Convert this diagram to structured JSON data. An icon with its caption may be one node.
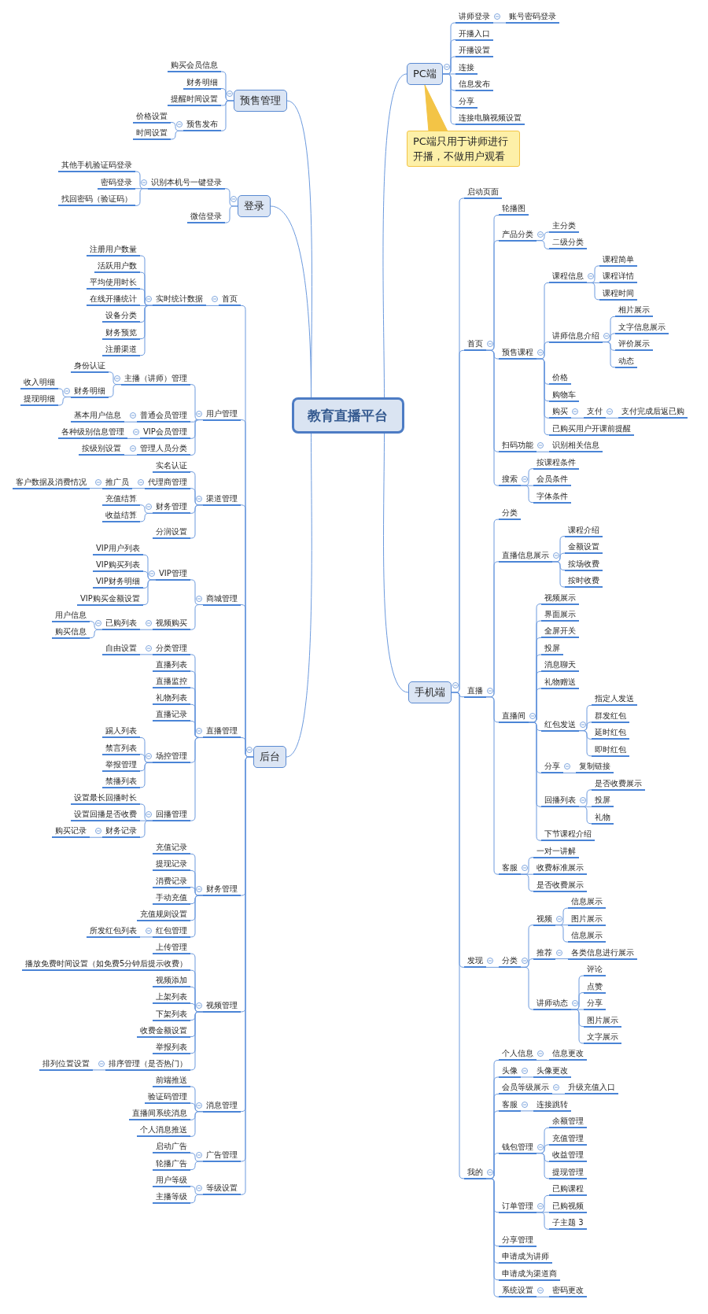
{
  "diagram": {
    "nodes": [
      {
        "text": [
          "教育直播平台"
        ]
      },
      {
        "text": [
          "预售管理"
        ]
      },
      {
        "text": [
          "购买会员信息"
        ]
      },
      {
        "text": [
          "财务明细"
        ]
      },
      {
        "text": [
          "提醒时间设置"
        ]
      },
      {
        "text": [
          "预售发布"
        ]
      },
      {
        "text": [
          "价格设置"
        ]
      },
      {
        "text": [
          "时间设置"
        ]
      },
      {
        "text": [
          "登录"
        ]
      },
      {
        "text": [
          "识别本机号一键登录"
        ]
      },
      {
        "text": [
          "其他手机验证码登录"
        ]
      },
      {
        "text": [
          "密码登录"
        ]
      },
      {
        "text": [
          "找回密码（验证码）"
        ]
      },
      {
        "text": [
          "微信登录"
        ]
      },
      {
        "text": [
          "后台"
        ]
      },
      {
        "text": [
          "首页"
        ]
      },
      {
        "text": [
          "实时统计数据"
        ]
      },
      {
        "text": [
          "注册用户数量"
        ]
      },
      {
        "text": [
          "活跃用户数"
        ]
      },
      {
        "text": [
          "平均使用时长"
        ]
      },
      {
        "text": [
          "在线开播统计"
        ]
      },
      {
        "text": [
          "设备分类"
        ]
      },
      {
        "text": [
          "财务预览"
        ]
      },
      {
        "text": [
          "注册渠道"
        ]
      },
      {
        "text": [
          "用户管理"
        ]
      },
      {
        "text": [
          "主播（讲师）管理"
        ]
      },
      {
        "text": [
          "身份认证"
        ]
      },
      {
        "text": [
          "财务明细"
        ]
      },
      {
        "text": [
          "收入明细"
        ]
      },
      {
        "text": [
          "提现明细"
        ]
      },
      {
        "text": [
          "普通会员管理"
        ]
      },
      {
        "text": [
          "基本用户信息"
        ]
      },
      {
        "text": [
          "VIP会员管理"
        ]
      },
      {
        "text": [
          "各种级别信息管理"
        ]
      },
      {
        "text": [
          "管理人员分类"
        ]
      },
      {
        "text": [
          "按级别设置"
        ]
      },
      {
        "text": [
          "渠道管理"
        ]
      },
      {
        "text": [
          "实名认证"
        ]
      },
      {
        "text": [
          "代理商管理"
        ]
      },
      {
        "text": [
          "推广员"
        ]
      },
      {
        "text": [
          "客户数据及消费情况"
        ]
      },
      {
        "text": [
          "财务管理"
        ]
      },
      {
        "text": [
          "充值结算"
        ]
      },
      {
        "text": [
          "收益结算"
        ]
      },
      {
        "text": [
          "分润设置"
        ]
      },
      {
        "text": [
          "商城管理"
        ]
      },
      {
        "text": [
          "VIP管理"
        ]
      },
      {
        "text": [
          "VIP用户列表"
        ]
      },
      {
        "text": [
          "VIP购买列表"
        ]
      },
      {
        "text": [
          "VIP财务明细"
        ]
      },
      {
        "text": [
          "VIP购买金额设置"
        ]
      },
      {
        "text": [
          "视频购买"
        ]
      },
      {
        "text": [
          "已购列表"
        ]
      },
      {
        "text": [
          "用户信息"
        ]
      },
      {
        "text": [
          "购买信息"
        ]
      },
      {
        "text": [
          "直播管理"
        ]
      },
      {
        "text": [
          "分类管理"
        ]
      },
      {
        "text": [
          "自由设置"
        ]
      },
      {
        "text": [
          "直播列表"
        ]
      },
      {
        "text": [
          "直播监控"
        ]
      },
      {
        "text": [
          "礼物列表"
        ]
      },
      {
        "text": [
          "直播记录"
        ]
      },
      {
        "text": [
          "场控管理"
        ]
      },
      {
        "text": [
          "踢人列表"
        ]
      },
      {
        "text": [
          "禁言列表"
        ]
      },
      {
        "text": [
          "举报管理"
        ]
      },
      {
        "text": [
          "禁播列表"
        ]
      },
      {
        "text": [
          "回播管理"
        ]
      },
      {
        "text": [
          "设置最长回播时长"
        ]
      },
      {
        "text": [
          "设置回播是否收费"
        ]
      },
      {
        "text": [
          "财务记录"
        ]
      },
      {
        "text": [
          "购买记录"
        ]
      },
      {
        "text": [
          "财务管理"
        ]
      },
      {
        "text": [
          "充值记录"
        ]
      },
      {
        "text": [
          "提现记录"
        ]
      },
      {
        "text": [
          "消费记录"
        ]
      },
      {
        "text": [
          "手动充值"
        ]
      },
      {
        "text": [
          "充值规则设置"
        ]
      },
      {
        "text": [
          "红包管理"
        ]
      },
      {
        "text": [
          "所发红包列表"
        ]
      },
      {
        "text": [
          "视频管理"
        ]
      },
      {
        "text": [
          "上传管理"
        ]
      },
      {
        "text": [
          "播放免费时间设置（如免费5分钟后提示收费）"
        ]
      },
      {
        "text": [
          "视频添加"
        ]
      },
      {
        "text": [
          "上架列表"
        ]
      },
      {
        "text": [
          "下架列表"
        ]
      },
      {
        "text": [
          "收费金额设置"
        ]
      },
      {
        "text": [
          "举报列表"
        ]
      },
      {
        "text": [
          "排序管理（是否热门）"
        ]
      },
      {
        "text": [
          "排列位置设置"
        ]
      },
      {
        "text": [
          "消息管理"
        ]
      },
      {
        "text": [
          "前端推送"
        ]
      },
      {
        "text": [
          "验证码管理"
        ]
      },
      {
        "text": [
          "直播间系统消息"
        ]
      },
      {
        "text": [
          "个人消息推送"
        ]
      },
      {
        "text": [
          "广告管理"
        ]
      },
      {
        "text": [
          "启动广告"
        ]
      },
      {
        "text": [
          "轮播广告"
        ]
      },
      {
        "text": [
          "等级设置"
        ]
      },
      {
        "text": [
          "用户等级"
        ]
      },
      {
        "text": [
          "主播等级"
        ]
      },
      {
        "text": [
          "PC端"
        ]
      },
      {
        "text": [
          "讲师登录"
        ]
      },
      {
        "text": [
          "账号密码登录"
        ]
      },
      {
        "text": [
          "开播入口"
        ]
      },
      {
        "text": [
          "开播设置"
        ]
      },
      {
        "text": [
          "连接"
        ]
      },
      {
        "text": [
          "信息发布"
        ]
      },
      {
        "text": [
          "分享"
        ]
      },
      {
        "text": [
          "连接电脑视频设置"
        ]
      },
      {
        "text": [
          "PC端只用于讲师进行开播，不做用户观看"
        ]
      },
      {
        "text": [
          "手机端"
        ]
      },
      {
        "text": [
          "启动页面"
        ]
      },
      {
        "text": [
          "首页"
        ]
      },
      {
        "text": [
          "轮播图"
        ]
      },
      {
        "text": [
          "产品分类"
        ]
      },
      {
        "text": [
          "主分类"
        ]
      },
      {
        "text": [
          "二级分类"
        ]
      },
      {
        "text": [
          "预售课程"
        ]
      },
      {
        "text": [
          "课程信息"
        ]
      },
      {
        "text": [
          "课程简单"
        ]
      },
      {
        "text": [
          "课程详情"
        ]
      },
      {
        "text": [
          "课程时间"
        ]
      },
      {
        "text": [
          "讲师信息介绍"
        ]
      },
      {
        "text": [
          "相片展示"
        ]
      },
      {
        "text": [
          "文字信息展示"
        ]
      },
      {
        "text": [
          "评价展示"
        ]
      },
      {
        "text": [
          "动态"
        ]
      },
      {
        "text": [
          "价格"
        ]
      },
      {
        "text": [
          "购物车"
        ]
      },
      {
        "text": [
          "购买"
        ]
      },
      {
        "text": [
          "支付"
        ]
      },
      {
        "text": [
          "支付完成后返已购"
        ]
      },
      {
        "text": [
          "已购买用户开课前提醒"
        ]
      },
      {
        "text": [
          "扫码功能"
        ]
      },
      {
        "text": [
          "识别相关信息"
        ]
      },
      {
        "text": [
          "搜索"
        ]
      },
      {
        "text": [
          "按课程条件"
        ]
      },
      {
        "text": [
          "会员条件"
        ]
      },
      {
        "text": [
          "字体条件"
        ]
      },
      {
        "text": [
          "直播"
        ]
      },
      {
        "text": [
          "分类"
        ]
      },
      {
        "text": [
          "直播信息展示"
        ]
      },
      {
        "text": [
          "课程介绍"
        ]
      },
      {
        "text": [
          "金额设置"
        ]
      },
      {
        "text": [
          "按场收费"
        ]
      },
      {
        "text": [
          "按时收费"
        ]
      },
      {
        "text": [
          "直播间"
        ]
      },
      {
        "text": [
          "视频展示"
        ]
      },
      {
        "text": [
          "界面展示"
        ]
      },
      {
        "text": [
          "全屏开关"
        ]
      },
      {
        "text": [
          "投屏"
        ]
      },
      {
        "text": [
          "消息聊天"
        ]
      },
      {
        "text": [
          "礼物赠送"
        ]
      },
      {
        "text": [
          "红包发送"
        ]
      },
      {
        "text": [
          "指定人发送"
        ]
      },
      {
        "text": [
          "群发红包"
        ]
      },
      {
        "text": [
          "延时红包"
        ]
      },
      {
        "text": [
          "即时红包"
        ]
      },
      {
        "text": [
          "分享"
        ]
      },
      {
        "text": [
          "复制链接"
        ]
      },
      {
        "text": [
          "回播列表"
        ]
      },
      {
        "text": [
          "是否收费展示"
        ]
      },
      {
        "text": [
          "投屏"
        ]
      },
      {
        "text": [
          "礼物"
        ]
      },
      {
        "text": [
          "下节课程介绍"
        ]
      },
      {
        "text": [
          "客服"
        ]
      },
      {
        "text": [
          "一对一讲解"
        ]
      },
      {
        "text": [
          "收费标准展示"
        ]
      },
      {
        "text": [
          "是否收费展示"
        ]
      },
      {
        "text": [
          "发现"
        ]
      },
      {
        "text": [
          "分类"
        ]
      },
      {
        "text": [
          "视频"
        ]
      },
      {
        "text": [
          "信息展示"
        ]
      },
      {
        "text": [
          "图片展示"
        ]
      },
      {
        "text": [
          "信息展示"
        ]
      },
      {
        "text": [
          "推荐"
        ]
      },
      {
        "text": [
          "各类信息进行展示"
        ]
      },
      {
        "text": [
          "讲师动态"
        ]
      },
      {
        "text": [
          "评论"
        ]
      },
      {
        "text": [
          "点赞"
        ]
      },
      {
        "text": [
          "分享"
        ]
      },
      {
        "text": [
          "图片展示"
        ]
      },
      {
        "text": [
          "文字展示"
        ]
      },
      {
        "text": [
          "我的"
        ]
      },
      {
        "text": [
          "个人信息"
        ]
      },
      {
        "text": [
          "信息更改"
        ]
      },
      {
        "text": [
          "头像"
        ]
      },
      {
        "text": [
          "头像更改"
        ]
      },
      {
        "text": [
          "会员等级展示"
        ]
      },
      {
        "text": [
          "升级充值入口"
        ]
      },
      {
        "text": [
          "客服"
        ]
      },
      {
        "text": [
          "连接跳转"
        ]
      },
      {
        "text": [
          "钱包管理"
        ]
      },
      {
        "text": [
          "余额管理"
        ]
      },
      {
        "text": [
          "充值管理"
        ]
      },
      {
        "text": [
          "收益管理"
        ]
      },
      {
        "text": [
          "提现管理"
        ]
      },
      {
        "text": [
          "订单管理"
        ]
      },
      {
        "text": [
          "已购课程"
        ]
      },
      {
        "text": [
          "已购视频"
        ]
      },
      {
        "text": [
          "子主题 3"
        ]
      },
      {
        "text": [
          "分享管理"
        ]
      },
      {
        "text": [
          "申请成为讲师"
        ]
      },
      {
        "text": [
          "申请成为渠道商"
        ]
      },
      {
        "text": [
          "系统设置"
        ]
      },
      {
        "text": [
          "密码更改"
        ]
      }
    ],
    "edges": [
      {
        "from": 0,
        "to": 1,
        "arrow": "none"
      },
      {
        "from": 0,
        "to": 8,
        "arrow": "none"
      },
      {
        "from": 0,
        "to": 14,
        "arrow": "none"
      },
      {
        "from": 0,
        "to": 101,
        "arrow": "none"
      },
      {
        "from": 0,
        "to": 111,
        "arrow": "none"
      },
      {
        "from": 1,
        "to": 2,
        "arrow": "none"
      },
      {
        "from": 1,
        "to": 3,
        "arrow": "none"
      },
      {
        "from": 1,
        "to": 4,
        "arrow": "none"
      },
      {
        "from": 1,
        "to": 5,
        "arrow": "none"
      },
      {
        "from": 5,
        "to": 6,
        "arrow": "none"
      },
      {
        "from": 5,
        "to": 7,
        "arrow": "none"
      },
      {
        "from": 8,
        "to": 9,
        "arrow": "none"
      },
      {
        "from": 8,
        "to": 13,
        "arrow": "none"
      },
      {
        "from": 9,
        "to": 10,
        "arrow": "none"
      },
      {
        "from": 9,
        "to": 11,
        "arrow": "none"
      },
      {
        "from": 9,
        "to": 12,
        "arrow": "none"
      },
      {
        "from": 14,
        "to": 15,
        "arrow": "none"
      },
      {
        "from": 14,
        "to": 24,
        "arrow": "none"
      },
      {
        "from": 14,
        "to": 36,
        "arrow": "none"
      },
      {
        "from": 14,
        "to": 45,
        "arrow": "none"
      },
      {
        "from": 14,
        "to": 55,
        "arrow": "none"
      },
      {
        "from": 14,
        "to": 72,
        "arrow": "none"
      },
      {
        "from": 14,
        "to": 80,
        "arrow": "none"
      },
      {
        "from": 14,
        "to": 90,
        "arrow": "none"
      },
      {
        "from": 14,
        "to": 95,
        "arrow": "none"
      },
      {
        "from": 14,
        "to": 98,
        "arrow": "none"
      },
      {
        "from": 15,
        "to": 16,
        "arrow": "none"
      },
      {
        "from": 16,
        "to": 17,
        "arrow": "none"
      },
      {
        "from": 16,
        "to": 18,
        "arrow": "none"
      },
      {
        "from": 16,
        "to": 19,
        "arrow": "none"
      },
      {
        "from": 16,
        "to": 20,
        "arrow": "none"
      },
      {
        "from": 16,
        "to": 21,
        "arrow": "none"
      },
      {
        "from": 16,
        "to": 22,
        "arrow": "none"
      },
      {
        "from": 16,
        "to": 23,
        "arrow": "none"
      },
      {
        "from": 24,
        "to": 25,
        "arrow": "none"
      },
      {
        "from": 24,
        "to": 30,
        "arrow": "none"
      },
      {
        "from": 24,
        "to": 32,
        "arrow": "none"
      },
      {
        "from": 24,
        "to": 34,
        "arrow": "none"
      },
      {
        "from": 25,
        "to": 26,
        "arrow": "none"
      },
      {
        "from": 25,
        "to": 27,
        "arrow": "none"
      },
      {
        "from": 27,
        "to": 28,
        "arrow": "none"
      },
      {
        "from": 27,
        "to": 29,
        "arrow": "none"
      },
      {
        "from": 30,
        "to": 31,
        "arrow": "none"
      },
      {
        "from": 32,
        "to": 33,
        "arrow": "none"
      },
      {
        "from": 34,
        "to": 35,
        "arrow": "none"
      },
      {
        "from": 36,
        "to": 37,
        "arrow": "none"
      },
      {
        "from": 36,
        "to": 38,
        "arrow": "none"
      },
      {
        "from": 36,
        "to": 41,
        "arrow": "none"
      },
      {
        "from": 36,
        "to": 44,
        "arrow": "none"
      },
      {
        "from": 38,
        "to": 39,
        "arrow": "none"
      },
      {
        "from": 39,
        "to": 40,
        "arrow": "none"
      },
      {
        "from": 41,
        "to": 42,
        "arrow": "none"
      },
      {
        "from": 41,
        "to": 43,
        "arrow": "none"
      },
      {
        "from": 45,
        "to": 46,
        "arrow": "none"
      },
      {
        "from": 45,
        "to": 51,
        "arrow": "none"
      },
      {
        "from": 46,
        "to": 47,
        "arrow": "none"
      },
      {
        "from": 46,
        "to": 48,
        "arrow": "none"
      },
      {
        "from": 46,
        "to": 49,
        "arrow": "none"
      },
      {
        "from": 46,
        "to": 50,
        "arrow": "none"
      },
      {
        "from": 51,
        "to": 52,
        "arrow": "none"
      },
      {
        "from": 52,
        "to": 53,
        "arrow": "none"
      },
      {
        "from": 52,
        "to": 54,
        "arrow": "none"
      },
      {
        "from": 55,
        "to": 56,
        "arrow": "none"
      },
      {
        "from": 55,
        "to": 58,
        "arrow": "none"
      },
      {
        "from": 55,
        "to": 59,
        "arrow": "none"
      },
      {
        "from": 55,
        "to": 60,
        "arrow": "none"
      },
      {
        "from": 55,
        "to": 61,
        "arrow": "none"
      },
      {
        "from": 55,
        "to": 62,
        "arrow": "none"
      },
      {
        "from": 55,
        "to": 67,
        "arrow": "none"
      },
      {
        "from": 56,
        "to": 57,
        "arrow": "none"
      },
      {
        "from": 62,
        "to": 63,
        "arrow": "none"
      },
      {
        "from": 62,
        "to": 64,
        "arrow": "none"
      },
      {
        "from": 62,
        "to": 65,
        "arrow": "none"
      },
      {
        "from": 62,
        "to": 66,
        "arrow": "none"
      },
      {
        "from": 67,
        "to": 68,
        "arrow": "none"
      },
      {
        "from": 67,
        "to": 69,
        "arrow": "none"
      },
      {
        "from": 67,
        "to": 70,
        "arrow": "none"
      },
      {
        "from": 70,
        "to": 71,
        "arrow": "none"
      },
      {
        "from": 72,
        "to": 73,
        "arrow": "none"
      },
      {
        "from": 72,
        "to": 74,
        "arrow": "none"
      },
      {
        "from": 72,
        "to": 75,
        "arrow": "none"
      },
      {
        "from": 72,
        "to": 76,
        "arrow": "none"
      },
      {
        "from": 72,
        "to": 77,
        "arrow": "none"
      },
      {
        "from": 72,
        "to": 78,
        "arrow": "none"
      },
      {
        "from": 78,
        "to": 79,
        "arrow": "none"
      },
      {
        "from": 80,
        "to": 81,
        "arrow": "none"
      },
      {
        "from": 80,
        "to": 82,
        "arrow": "none"
      },
      {
        "from": 80,
        "to": 83,
        "arrow": "none"
      },
      {
        "from": 80,
        "to": 84,
        "arrow": "none"
      },
      {
        "from": 80,
        "to": 85,
        "arrow": "none"
      },
      {
        "from": 80,
        "to": 86,
        "arrow": "none"
      },
      {
        "from": 80,
        "to": 87,
        "arrow": "none"
      },
      {
        "from": 80,
        "to": 88,
        "arrow": "none"
      },
      {
        "from": 88,
        "to": 89,
        "arrow": "none"
      },
      {
        "from": 90,
        "to": 91,
        "arrow": "none"
      },
      {
        "from": 90,
        "to": 92,
        "arrow": "none"
      },
      {
        "from": 90,
        "to": 93,
        "arrow": "none"
      },
      {
        "from": 90,
        "to": 94,
        "arrow": "none"
      },
      {
        "from": 95,
        "to": 96,
        "arrow": "none"
      },
      {
        "from": 95,
        "to": 97,
        "arrow": "none"
      },
      {
        "from": 98,
        "to": 99,
        "arrow": "none"
      },
      {
        "from": 98,
        "to": 100,
        "arrow": "none"
      },
      {
        "from": 101,
        "to": 102,
        "arrow": "none"
      },
      {
        "from": 101,
        "to": 104,
        "arrow": "none"
      },
      {
        "from": 101,
        "to": 105,
        "arrow": "none"
      },
      {
        "from": 101,
        "to": 106,
        "arrow": "none"
      },
      {
        "from": 101,
        "to": 107,
        "arrow": "none"
      },
      {
        "from": 101,
        "to": 108,
        "arrow": "none"
      },
      {
        "from": 101,
        "to": 109,
        "arrow": "none"
      },
      {
        "from": 102,
        "to": 103,
        "arrow": "none"
      },
      {
        "from": 110,
        "to": 101,
        "arrow": "none",
        "color": "#f3c446"
      },
      {
        "from": 111,
        "to": 112,
        "arrow": "none"
      },
      {
        "from": 111,
        "to": 113,
        "arrow": "none"
      },
      {
        "from": 111,
        "to": 140,
        "arrow": "none"
      },
      {
        "from": 111,
        "to": 170,
        "arrow": "none"
      },
      {
        "from": 111,
        "to": 184,
        "arrow": "none"
      },
      {
        "from": 113,
        "to": 114,
        "arrow": "none"
      },
      {
        "from": 113,
        "to": 115,
        "arrow": "none"
      },
      {
        "from": 113,
        "to": 118,
        "arrow": "none"
      },
      {
        "from": 113,
        "to": 134,
        "arrow": "none"
      },
      {
        "from": 113,
        "to": 136,
        "arrow": "none"
      },
      {
        "from": 115,
        "to": 116,
        "arrow": "none"
      },
      {
        "from": 115,
        "to": 117,
        "arrow": "none"
      },
      {
        "from": 118,
        "to": 119,
        "arrow": "none"
      },
      {
        "from": 118,
        "to": 123,
        "arrow": "none"
      },
      {
        "from": 118,
        "to": 128,
        "arrow": "none"
      },
      {
        "from": 118,
        "to": 129,
        "arrow": "none"
      },
      {
        "from": 118,
        "to": 130,
        "arrow": "none"
      },
      {
        "from": 118,
        "to": 133,
        "arrow": "none"
      },
      {
        "from": 119,
        "to": 120,
        "arrow": "none"
      },
      {
        "from": 119,
        "to": 121,
        "arrow": "none"
      },
      {
        "from": 119,
        "to": 122,
        "arrow": "none"
      },
      {
        "from": 123,
        "to": 124,
        "arrow": "none"
      },
      {
        "from": 123,
        "to": 125,
        "arrow": "none"
      },
      {
        "from": 123,
        "to": 126,
        "arrow": "none"
      },
      {
        "from": 123,
        "to": 127,
        "arrow": "none"
      },
      {
        "from": 130,
        "to": 131,
        "arrow": "none"
      },
      {
        "from": 131,
        "to": 132,
        "arrow": "none"
      },
      {
        "from": 134,
        "to": 135,
        "arrow": "none"
      },
      {
        "from": 136,
        "to": 137,
        "arrow": "none"
      },
      {
        "from": 136,
        "to": 138,
        "arrow": "none"
      },
      {
        "from": 136,
        "to": 139,
        "arrow": "none"
      },
      {
        "from": 140,
        "to": 141,
        "arrow": "none"
      },
      {
        "from": 140,
        "to": 142,
        "arrow": "none"
      },
      {
        "from": 140,
        "to": 147,
        "arrow": "none"
      },
      {
        "from": 140,
        "to": 166,
        "arrow": "none"
      },
      {
        "from": 142,
        "to": 143,
        "arrow": "none"
      },
      {
        "from": 142,
        "to": 144,
        "arrow": "none"
      },
      {
        "from": 142,
        "to": 145,
        "arrow": "none"
      },
      {
        "from": 142,
        "to": 146,
        "arrow": "none"
      },
      {
        "from": 147,
        "to": 148,
        "arrow": "none"
      },
      {
        "from": 147,
        "to": 149,
        "arrow": "none"
      },
      {
        "from": 147,
        "to": 150,
        "arrow": "none"
      },
      {
        "from": 147,
        "to": 151,
        "arrow": "none"
      },
      {
        "from": 147,
        "to": 152,
        "arrow": "none"
      },
      {
        "from": 147,
        "to": 153,
        "arrow": "none"
      },
      {
        "from": 147,
        "to": 154,
        "arrow": "none"
      },
      {
        "from": 147,
        "to": 159,
        "arrow": "none"
      },
      {
        "from": 147,
        "to": 161,
        "arrow": "none"
      },
      {
        "from": 147,
        "to": 165,
        "arrow": "none"
      },
      {
        "from": 154,
        "to": 155,
        "arrow": "none"
      },
      {
        "from": 154,
        "to": 156,
        "arrow": "none"
      },
      {
        "from": 154,
        "to": 157,
        "arrow": "none"
      },
      {
        "from": 154,
        "to": 158,
        "arrow": "none"
      },
      {
        "from": 159,
        "to": 160,
        "arrow": "none"
      },
      {
        "from": 161,
        "to": 162,
        "arrow": "none"
      },
      {
        "from": 161,
        "to": 163,
        "arrow": "none"
      },
      {
        "from": 161,
        "to": 164,
        "arrow": "none"
      },
      {
        "from": 166,
        "to": 167,
        "arrow": "none"
      },
      {
        "from": 166,
        "to": 168,
        "arrow": "none"
      },
      {
        "from": 166,
        "to": 169,
        "arrow": "none"
      },
      {
        "from": 170,
        "to": 171,
        "arrow": "none"
      },
      {
        "from": 171,
        "to": 172,
        "arrow": "none"
      },
      {
        "from": 171,
        "to": 176,
        "arrow": "none"
      },
      {
        "from": 171,
        "to": 178,
        "arrow": "none"
      },
      {
        "from": 172,
        "to": 173,
        "arrow": "none"
      },
      {
        "from": 172,
        "to": 174,
        "arrow": "none"
      },
      {
        "from": 172,
        "to": 175,
        "arrow": "none"
      },
      {
        "from": 176,
        "to": 177,
        "arrow": "none"
      },
      {
        "from": 178,
        "to": 179,
        "arrow": "none"
      },
      {
        "from": 178,
        "to": 180,
        "arrow": "none"
      },
      {
        "from": 178,
        "to": 181,
        "arrow": "none"
      },
      {
        "from": 178,
        "to": 182,
        "arrow": "none"
      },
      {
        "from": 178,
        "to": 183,
        "arrow": "none"
      },
      {
        "from": 184,
        "to": 185,
        "arrow": "none"
      },
      {
        "from": 184,
        "to": 187,
        "arrow": "none"
      },
      {
        "from": 184,
        "to": 189,
        "arrow": "none"
      },
      {
        "from": 184,
        "to": 191,
        "arrow": "none"
      },
      {
        "from": 184,
        "to": 193,
        "arrow": "none"
      },
      {
        "from": 184,
        "to": 198,
        "arrow": "none"
      },
      {
        "from": 184,
        "to": 202,
        "arrow": "none"
      },
      {
        "from": 184,
        "to": 203,
        "arrow": "none"
      },
      {
        "from": 184,
        "to": 204,
        "arrow": "none"
      },
      {
        "from": 184,
        "to": 205,
        "arrow": "none"
      },
      {
        "from": 185,
        "to": 186,
        "arrow": "none"
      },
      {
        "from": 187,
        "to": 188,
        "arrow": "none"
      },
      {
        "from": 189,
        "to": 190,
        "arrow": "none"
      },
      {
        "from": 191,
        "to": 192,
        "arrow": "none"
      },
      {
        "from": 193,
        "to": 194,
        "arrow": "none"
      },
      {
        "from": 193,
        "to": 195,
        "arrow": "none"
      },
      {
        "from": 193,
        "to": 196,
        "arrow": "none"
      },
      {
        "from": 193,
        "to": 197,
        "arrow": "none"
      },
      {
        "from": 198,
        "to": 199,
        "arrow": "none"
      },
      {
        "from": 198,
        "to": 200,
        "arrow": "none"
      },
      {
        "from": 198,
        "to": 201,
        "arrow": "none"
      },
      {
        "from": 205,
        "to": 206,
        "arrow": "none"
      }
    ]
  }
}
